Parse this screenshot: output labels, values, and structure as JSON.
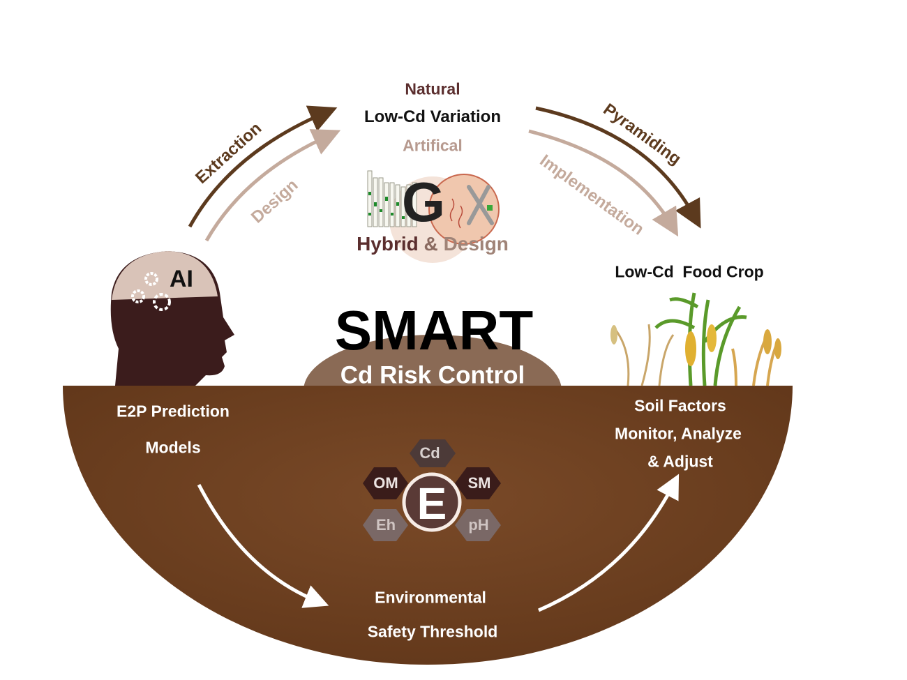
{
  "top": {
    "natural": "Natural",
    "variation": "Low-Cd Variation",
    "artificial": "Artifical",
    "hybrid": "Hybrid",
    "amp": "&",
    "design_word": "Design",
    "go_letter": "G"
  },
  "arrows": {
    "extraction": "Extraction",
    "design": "Design",
    "pyramiding": "Pyramiding",
    "implementation": "Implementation"
  },
  "ai_label": "AI",
  "crop_label": "Low-Cd  Food Crop",
  "center": {
    "title": "SMART",
    "subtitle": "Cd Risk Control"
  },
  "soil": {
    "left_line1": "E2P Prediction",
    "left_line2": "Models",
    "right_line1": "Soil Factors",
    "right_line2": "Monitor, Analyze",
    "right_line3": "& Adjust",
    "bottom_line1": "Environmental",
    "bottom_line2": "Safety Threshold"
  },
  "hexagons": {
    "center": "E",
    "top": "Cd",
    "left_upper": "OM",
    "right_upper": "SM",
    "left_lower": "Eh",
    "right_lower": "pH"
  },
  "colors": {
    "soil": "#6e4123",
    "dark_arrow": "#5c3a1e",
    "light_arrow": "#c4aa9c",
    "head": "#3b1c1c",
    "natural": "#5b2e2e",
    "artificial": "#b79a8f"
  }
}
